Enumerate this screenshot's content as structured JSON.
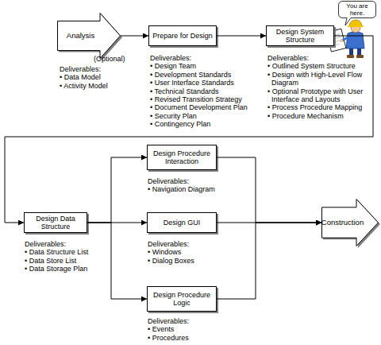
{
  "diagram": {
    "nodes": [
      {
        "text": [
          "Analysis",
          "Deliverables:",
          "• Data Model",
          "• Activity Model"
        ]
      },
      {
        "text": [
          "Prepare for Design",
          "Deliverables:",
          "• Design Team",
          "• Development Standards",
          "• User Interface Standards",
          "• Technical Standards",
          "• Revised Transition Strategy",
          "• Document Development Plan",
          "• Security Plan",
          "• Contingency Plan"
        ]
      },
      {
        "text": [
          "Design System Structure",
          "Deliverables:",
          "• Outlined System Structure",
          "• Design with High-Level Flow Diagram",
          "• Optional Prototype with User Interface and Layouts",
          "• Process Procedure Mapping",
          "• Procedure Mechanism"
        ]
      },
      {
        "text": [
          "You are here."
        ]
      },
      {
        "text": [
          "Design Data Structure",
          "Deliverables:",
          "• Data Structure List",
          "• Data Store List",
          "• Data Storage Plan"
        ]
      },
      {
        "text": [
          "Design Procedure Interaction",
          "Deliverables:",
          "• Navigation Diagram"
        ]
      },
      {
        "text": [
          "Design GUI",
          "Deliverables:",
          "• Windows",
          "• Dialog Boxes"
        ]
      },
      {
        "text": [
          "Design Procedure Logic",
          "Deliverables:",
          "• Events",
          "• Procedures"
        ]
      },
      {
        "text": [
          "Construction"
        ]
      }
    ],
    "edges": [
      {
        "from": 0,
        "to": 1,
        "arrow": "to"
      },
      {
        "from": 1,
        "to": 2,
        "arrow": "to"
      },
      {
        "from": 2,
        "to": 4,
        "arrow": "to"
      },
      {
        "from": 4,
        "to": 5,
        "arrow": "to"
      },
      {
        "from": 4,
        "to": 6,
        "arrow": "to"
      },
      {
        "from": 4,
        "to": 7,
        "arrow": "to"
      },
      {
        "from": 5,
        "to": 8,
        "arrow": "to"
      },
      {
        "from": 6,
        "to": 8,
        "arrow": "to"
      },
      {
        "from": 7,
        "to": 8,
        "arrow": "to"
      }
    ],
    "labels": [
      "(Optional)"
    ]
  }
}
